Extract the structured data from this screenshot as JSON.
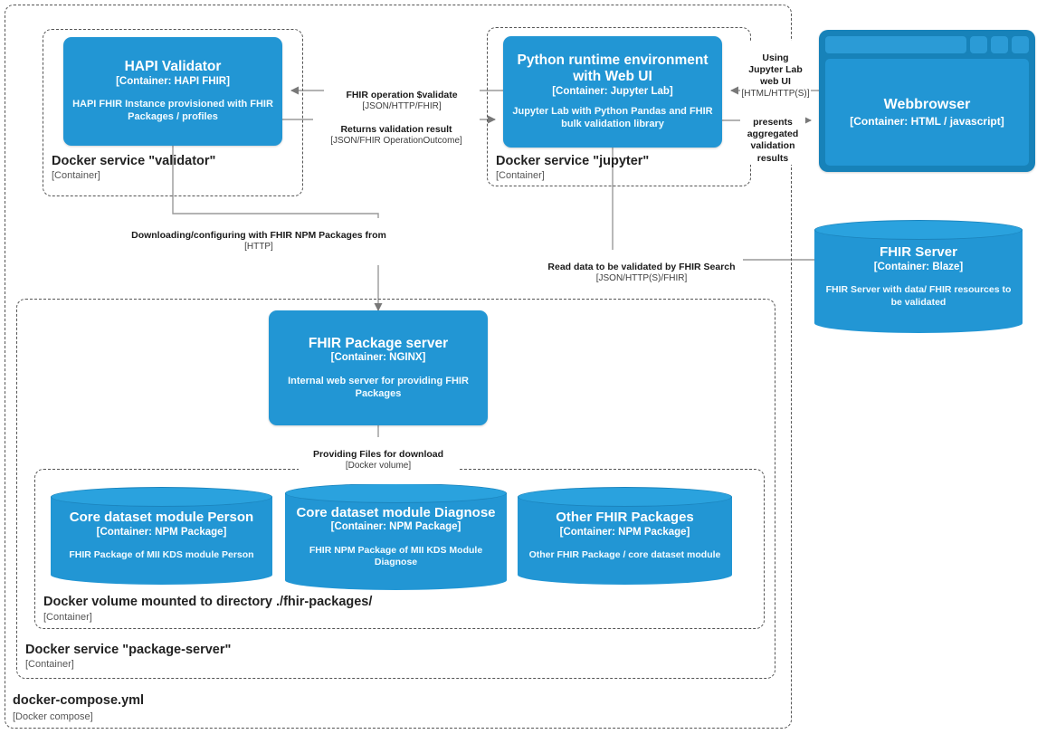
{
  "diagram": {
    "title": "docker-compose.yml",
    "accent": "#2296d4",
    "accent_dark": "#1782b9",
    "boundary_color": "#555555"
  },
  "boundaries": {
    "compose": {
      "label": "docker-compose.yml",
      "tech": "[Docker compose]"
    },
    "validator": {
      "label": "Docker service \"validator\"",
      "tech": "[Container]"
    },
    "jupyter": {
      "label": "Docker service \"jupyter\"",
      "tech": "[Container]"
    },
    "package_server": {
      "label": "Docker service \"package-server\"",
      "tech": "[Container]"
    },
    "volume": {
      "label": "Docker volume mounted to directory ./fhir-packages/",
      "tech": "[Container]"
    }
  },
  "nodes": {
    "hapi_validator": {
      "title": "HAPI Validator",
      "tech": "[Container: HAPI FHIR]",
      "desc": "HAPI FHIR Instance provisioned with FHIR Packages / profiles"
    },
    "python_runtime": {
      "title": "Python runtime environment with Web UI",
      "tech": "[Container: Jupyter Lab]",
      "desc": "Jupyter Lab with Python Pandas and FHIR bulk validation library"
    },
    "webbrowser": {
      "title": "Webbrowser",
      "tech": "[Container: HTML / javascript]"
    },
    "fhir_server": {
      "title": "FHIR Server",
      "tech": "[Container: Blaze]",
      "desc": "FHIR Server with data/ FHIR resources to be validated"
    },
    "fhir_package_server": {
      "title": "FHIR Package server",
      "tech": "[Container: NGINX]",
      "desc": "Internal web server for providing FHIR Packages"
    },
    "module_person": {
      "title": "Core dataset module Person",
      "tech": "[Container: NPM Package]",
      "desc": "FHIR Package of MII KDS module Person"
    },
    "module_diagnose": {
      "title": "Core dataset module Diagnose",
      "tech": "[Container: NPM Package]",
      "desc": "FHIR NPM Package of MII KDS Module Diagnose"
    },
    "other_packages": {
      "title": "Other FHIR Packages",
      "tech": "[Container: NPM Package]",
      "desc": "Other FHIR Package / core dataset module"
    }
  },
  "edges": {
    "validate": {
      "label": "FHIR operation $validate",
      "tech": "[JSON/HTTP/FHIR]"
    },
    "validation_result": {
      "label": "Returns validation result",
      "tech": "[JSON/FHIR OperationOutcome]"
    },
    "using_jupyter_web_ui": {
      "label": "Using\nJupyter Lab\nweb UI",
      "tech": "[HTML/HTTP(S)]"
    },
    "presents_results": {
      "label": "presents\naggregated\nvalidation\nresults",
      "tech": ""
    },
    "download_packages": {
      "label": "Downloading/configuring with FHIR NPM Packages from",
      "tech": "[HTTP]"
    },
    "read_data": {
      "label": "Read data to be validated by FHIR Search",
      "tech": "[JSON/HTTP(S)/FHIR]"
    },
    "providing_files": {
      "label": "Providing Files for download",
      "tech": "[Docker volume]"
    }
  }
}
